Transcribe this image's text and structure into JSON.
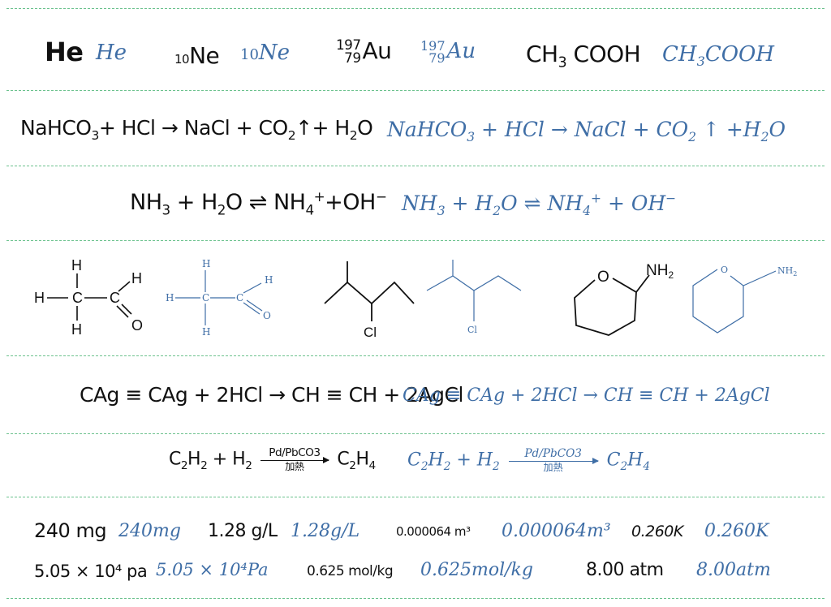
{
  "rows": [
    {
      "cells": [
        {
          "hw": "He",
          "tx": "He"
        },
        {
          "hw_z": "10",
          "hw_sym": "Ne",
          "tx_z": "10",
          "tx_sym": "Ne"
        },
        {
          "hw_a": "197",
          "hw_z": "79",
          "hw_sym": "Au",
          "tx_a": "197",
          "tx_z": "79",
          "tx_sym": "Au"
        },
        {
          "hw": "CH3COOH",
          "tx": "CH3COOH"
        }
      ]
    },
    {
      "hw": "NaHCO3 + HCl → NaCl + CO2↑ + H2O",
      "tx": "NaHCO3 + HCl → NaCl + CO2 ↑ + H2O"
    },
    {
      "hw": "NH3 + H2O ⇌ NH4+ + OH−",
      "tx": "NH3 + H2O ⇌ NH4+ + OH−"
    },
    {
      "molecules": {
        "acetaldehyde": {
          "atoms": [
            "H",
            "H",
            "H",
            "C",
            "C",
            "H",
            "O"
          ]
        },
        "chloro": {
          "label": "Cl"
        },
        "pyran": {
          "o": "O",
          "nh2": "NH2"
        }
      }
    },
    {
      "hw": "CAg ≡ CAg + 2HCl → CH ≡ CH + 2AgCl",
      "tx": "CAg ≡ CAg + 2HCl → CH ≡ CH + 2AgCl"
    },
    {
      "hw_left": "C2H2 + H2",
      "hw_top": "Pd/PbCO3",
      "hw_bot": "加熱",
      "hw_right": "C2H4",
      "tx_left": "C2H2 + H2",
      "tx_top": "Pd/PbCO3",
      "tx_bot": "加熱",
      "tx_right": "C2H4"
    },
    {
      "units": [
        {
          "hw": "240 mg",
          "tx": "240mg"
        },
        {
          "hw": "1.28 g/L",
          "tx": "1.28g/L"
        },
        {
          "hw": "0.000064 m³",
          "tx": "0.000064m³"
        },
        {
          "hw": "0.260K",
          "tx": "0.260K"
        },
        {
          "hw": "5.05 × 10⁴ pa",
          "tx": "5.05 × 10⁴Pa"
        },
        {
          "hw": "0.625 mol/kg",
          "tx": "0.625mol/kg"
        },
        {
          "hw": "8.00 atm",
          "tx": "8.00atm"
        }
      ]
    }
  ],
  "colors": {
    "handwriting": "#111111",
    "typeset": "#3f6ea6",
    "rule": "#6cc28e"
  }
}
